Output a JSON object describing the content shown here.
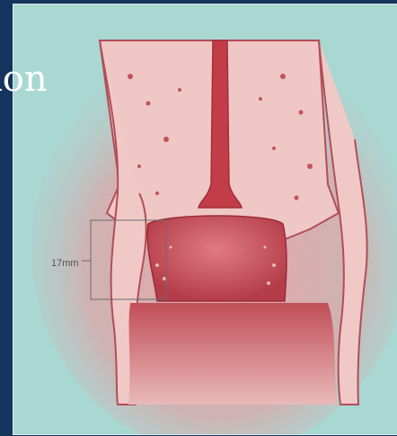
{
  "slide": {
    "title_fragment": "ion"
  },
  "figure": {
    "measurement_label": "17mm",
    "icon": "anatomical-illustration",
    "colors": {
      "background": "#a9d8d3",
      "tissue_light": "#ecc4c2",
      "tissue_mid": "#d8868a",
      "tissue_dark": "#b94750",
      "slide_bg": "#15345e"
    }
  }
}
